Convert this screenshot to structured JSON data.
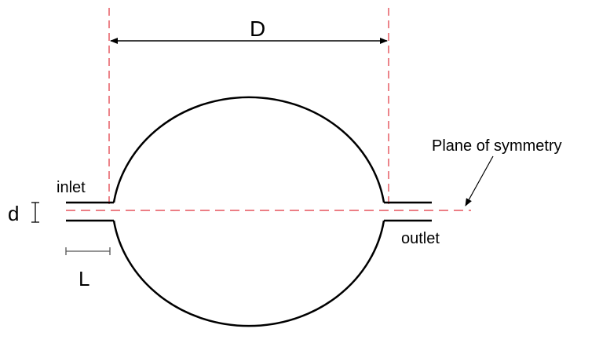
{
  "labels": {
    "diameter": "D",
    "pipe_diameter": "d",
    "inlet": "inlet",
    "outlet": "outlet",
    "length": "L",
    "symmetry": "Plane of symmetry"
  },
  "colors": {
    "stroke": "#000000",
    "symmetry_line": "#e0323c",
    "dimension_tick": "#555555",
    "background": "#ffffff"
  }
}
